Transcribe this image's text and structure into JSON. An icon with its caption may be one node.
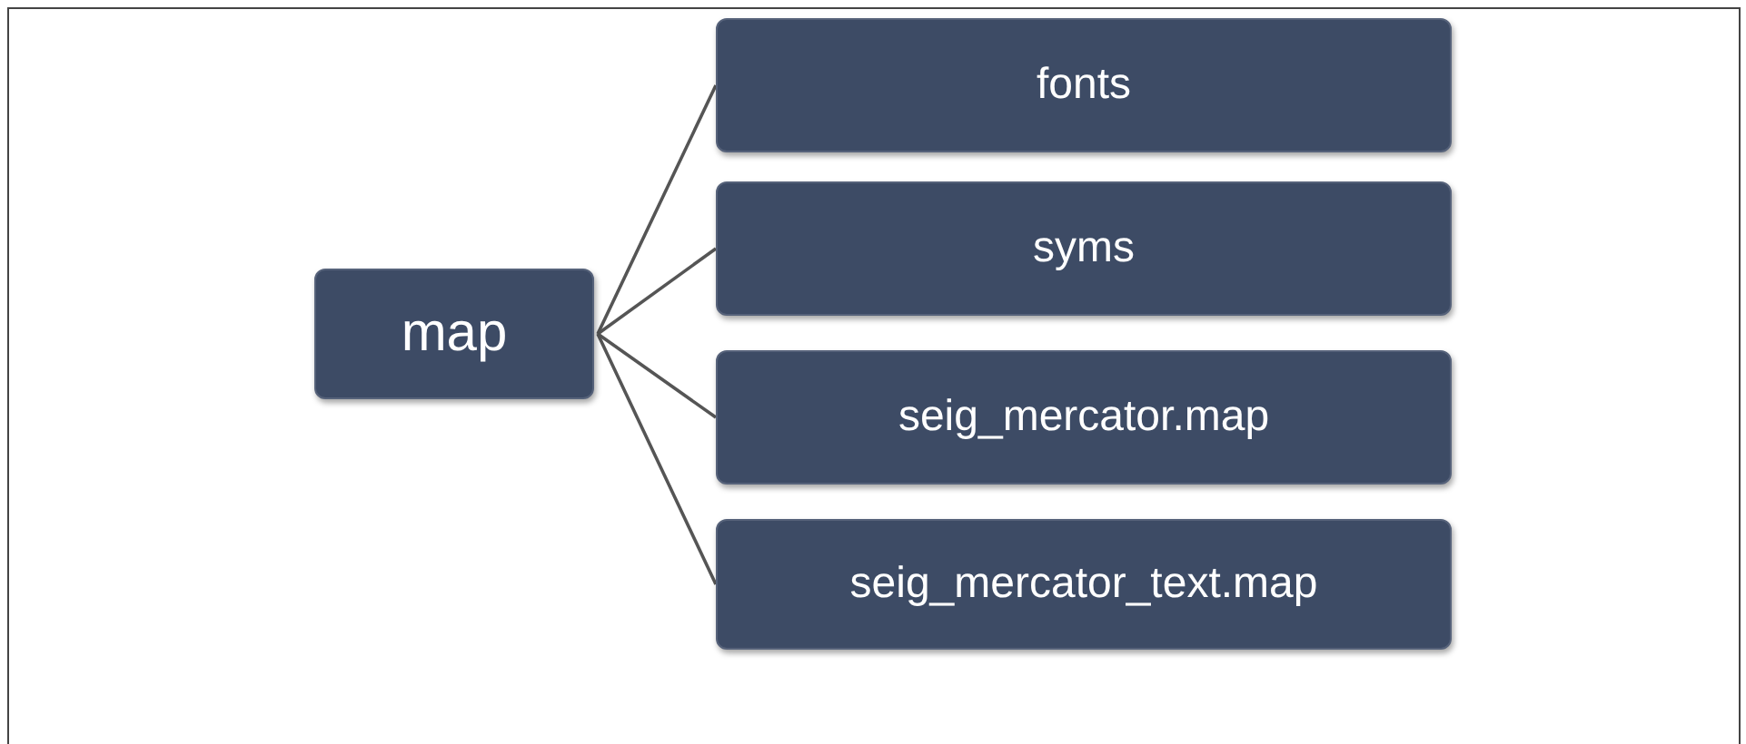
{
  "diagram": {
    "nodes": [
      {
        "text": [
          "map"
        ]
      },
      {
        "text": [
          "fonts"
        ]
      },
      {
        "text": [
          "syms"
        ]
      },
      {
        "text": [
          "seig_mercator.map"
        ]
      },
      {
        "text": [
          "seig_mercator_text.map"
        ]
      }
    ],
    "edges": [
      {
        "from": 0,
        "to": 1,
        "arrow": "none"
      },
      {
        "from": 0,
        "to": 2,
        "arrow": "none"
      },
      {
        "from": 0,
        "to": 3,
        "arrow": "none"
      },
      {
        "from": 0,
        "to": 4,
        "arrow": "none"
      }
    ]
  }
}
